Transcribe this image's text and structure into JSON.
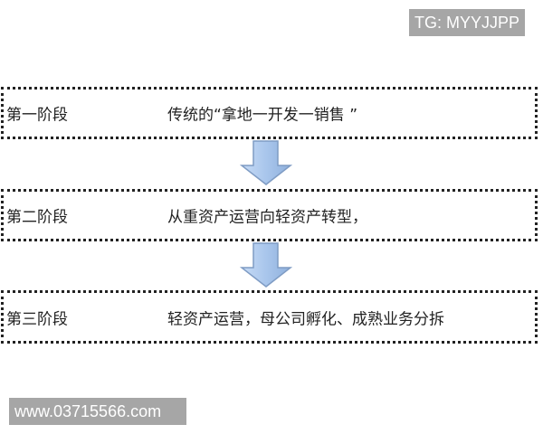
{
  "watermarks": {
    "top": "TG: MYYJJPP",
    "bottom": "www.03715566.com"
  },
  "diagram": {
    "stages": [
      {
        "label": "第一阶段",
        "description": "传统的“拿地一开发一销售 ”"
      },
      {
        "label": "第二阶段",
        "description": "从重资产运营向轻资产转型，"
      },
      {
        "label": "第三阶段",
        "description": "轻资产运营，母公司孵化、成熟业务分拆"
      }
    ],
    "connector": "down-arrow",
    "colors": {
      "arrow_fill": "#a9c6ec",
      "arrow_stroke": "#7f9cc4",
      "border": "#222222",
      "watermark_bg": "#a6a6a6"
    }
  }
}
